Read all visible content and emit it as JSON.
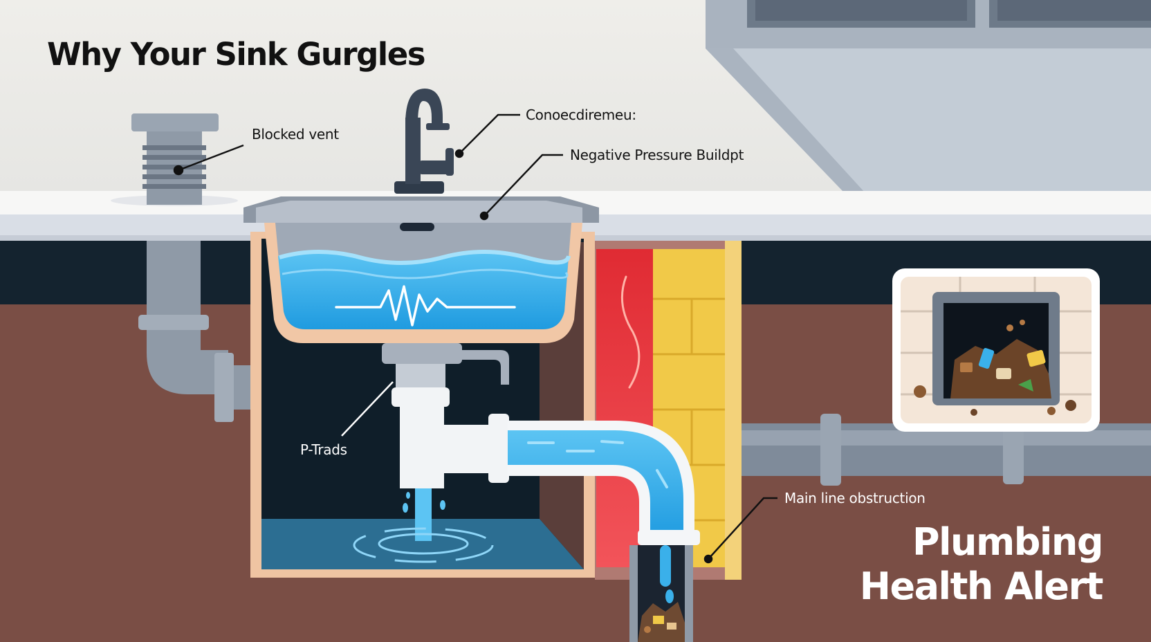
{
  "title": "Why Your Sink Gurgles",
  "callouts": {
    "blocked_vent": "Blocked vent",
    "faucet": "Conoecdiremeu:",
    "pressure": "Negative Pressure Buildpt",
    "ptrap": "P-Trads",
    "main_line": "Main line obstruction"
  },
  "alert": {
    "line1": "Plumbing",
    "line2": "Health Alert"
  },
  "colors": {
    "wall": "#eeede9",
    "counter": "#dfe3ea",
    "water": "#3ab0ea",
    "soil": "#7a4e45",
    "pipe": "#8b97a6",
    "brick": "#f1c948",
    "heat": "#e8373c"
  }
}
